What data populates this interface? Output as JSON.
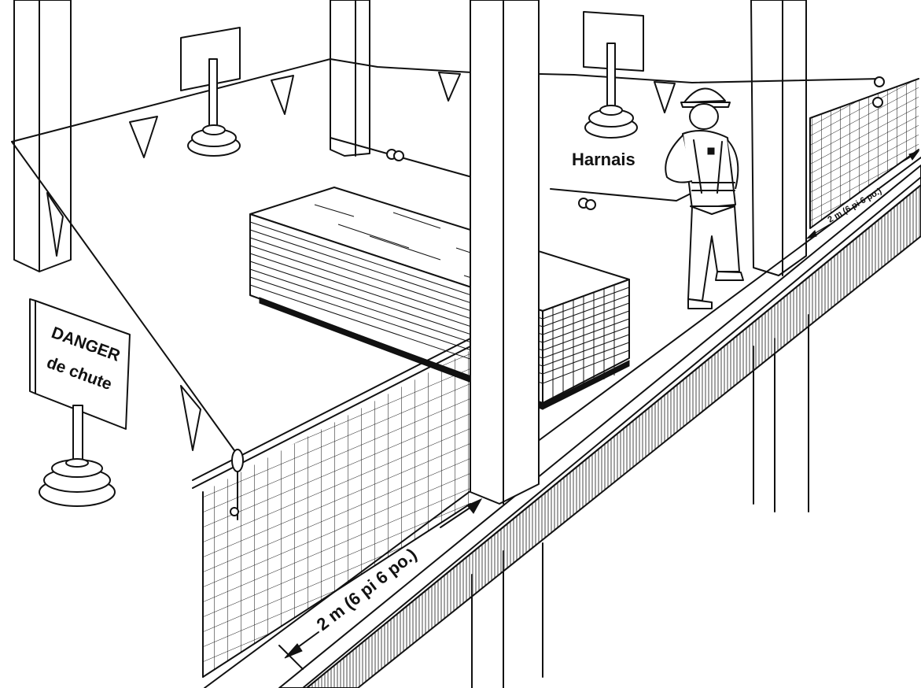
{
  "sign": {
    "line1": "DANGER",
    "line2": "de chute"
  },
  "harness_label": "Harnais",
  "dimension_front": "2 m (6 pi 6 po.)",
  "dimension_right": "2 m (6 pi 6 po.)"
}
